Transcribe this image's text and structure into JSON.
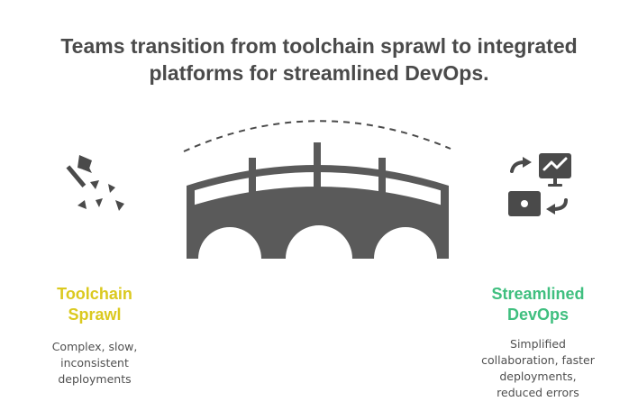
{
  "title": {
    "line1": "Teams transition from toolchain sprawl to integrated",
    "line2": "platforms for streamlined DevOps."
  },
  "left": {
    "title_line1": "Toolchain",
    "title_line2": "Sprawl",
    "desc_line1": "Complex, slow,",
    "desc_line2": "inconsistent",
    "desc_line3": "deployments",
    "icon": "axe-with-fragments-icon"
  },
  "right": {
    "title_line1": "Streamlined",
    "title_line2": "DevOps",
    "desc_line1": "Simplified",
    "desc_line2": "collaboration, faster",
    "desc_line3": "deployments,",
    "desc_line4": "reduced errors",
    "icon": "integrated-platform-icon"
  },
  "colors": {
    "title": "#4a4a4a",
    "left_accent": "#dbc91f",
    "right_accent": "#3fbf7f",
    "icon": "#4a4a4a",
    "bridge": "#5a5a5a"
  }
}
